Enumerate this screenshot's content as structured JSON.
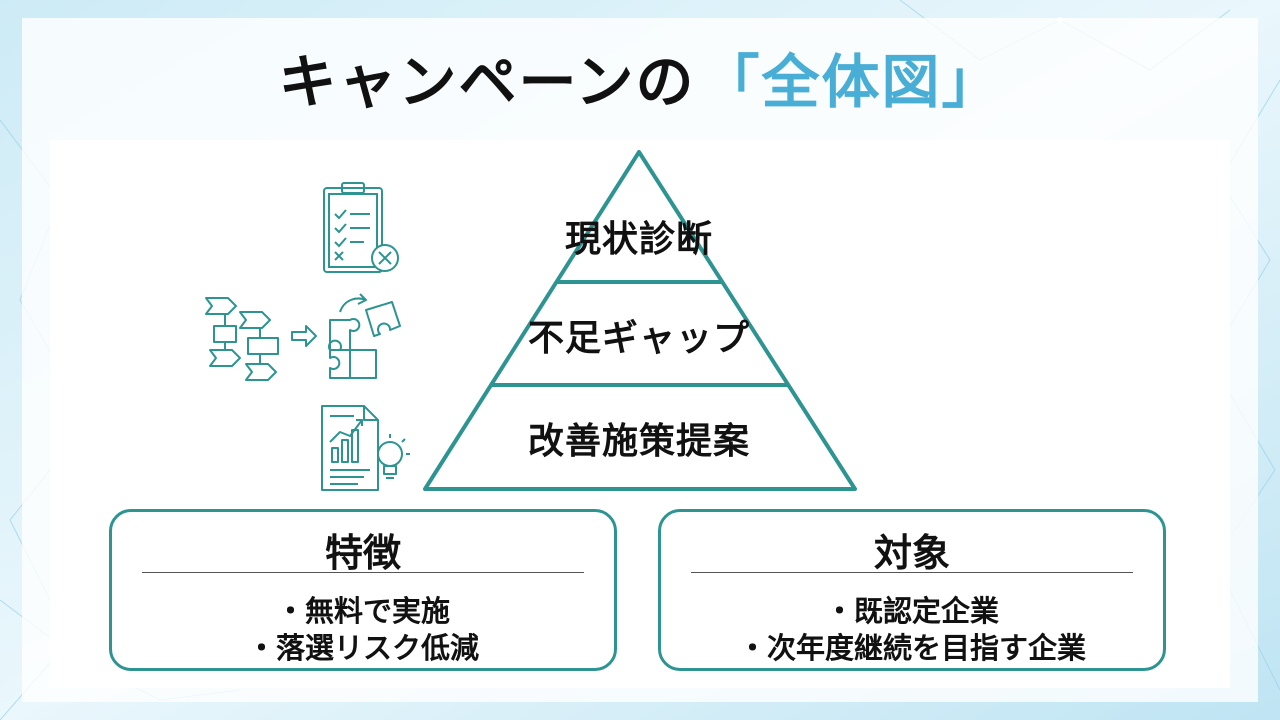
{
  "title": {
    "main": "キャンペーンの",
    "accent": "「全体図」"
  },
  "pyramid": {
    "levels": [
      "現状診断",
      "不足ギャップ",
      "改善施策提案"
    ]
  },
  "icons": [
    "clipboard-checklist-icon",
    "process-puzzle-icon",
    "report-lightbulb-icon"
  ],
  "features": {
    "title": "特徴",
    "items": [
      "・無料で実施",
      "・落選リスク低減"
    ]
  },
  "targets": {
    "title": "対象",
    "items": [
      "・既認定企業",
      "・次年度継続を目指す企業"
    ]
  },
  "colors": {
    "accent": "#49aed6",
    "line": "#2d9491",
    "text": "#111111"
  }
}
